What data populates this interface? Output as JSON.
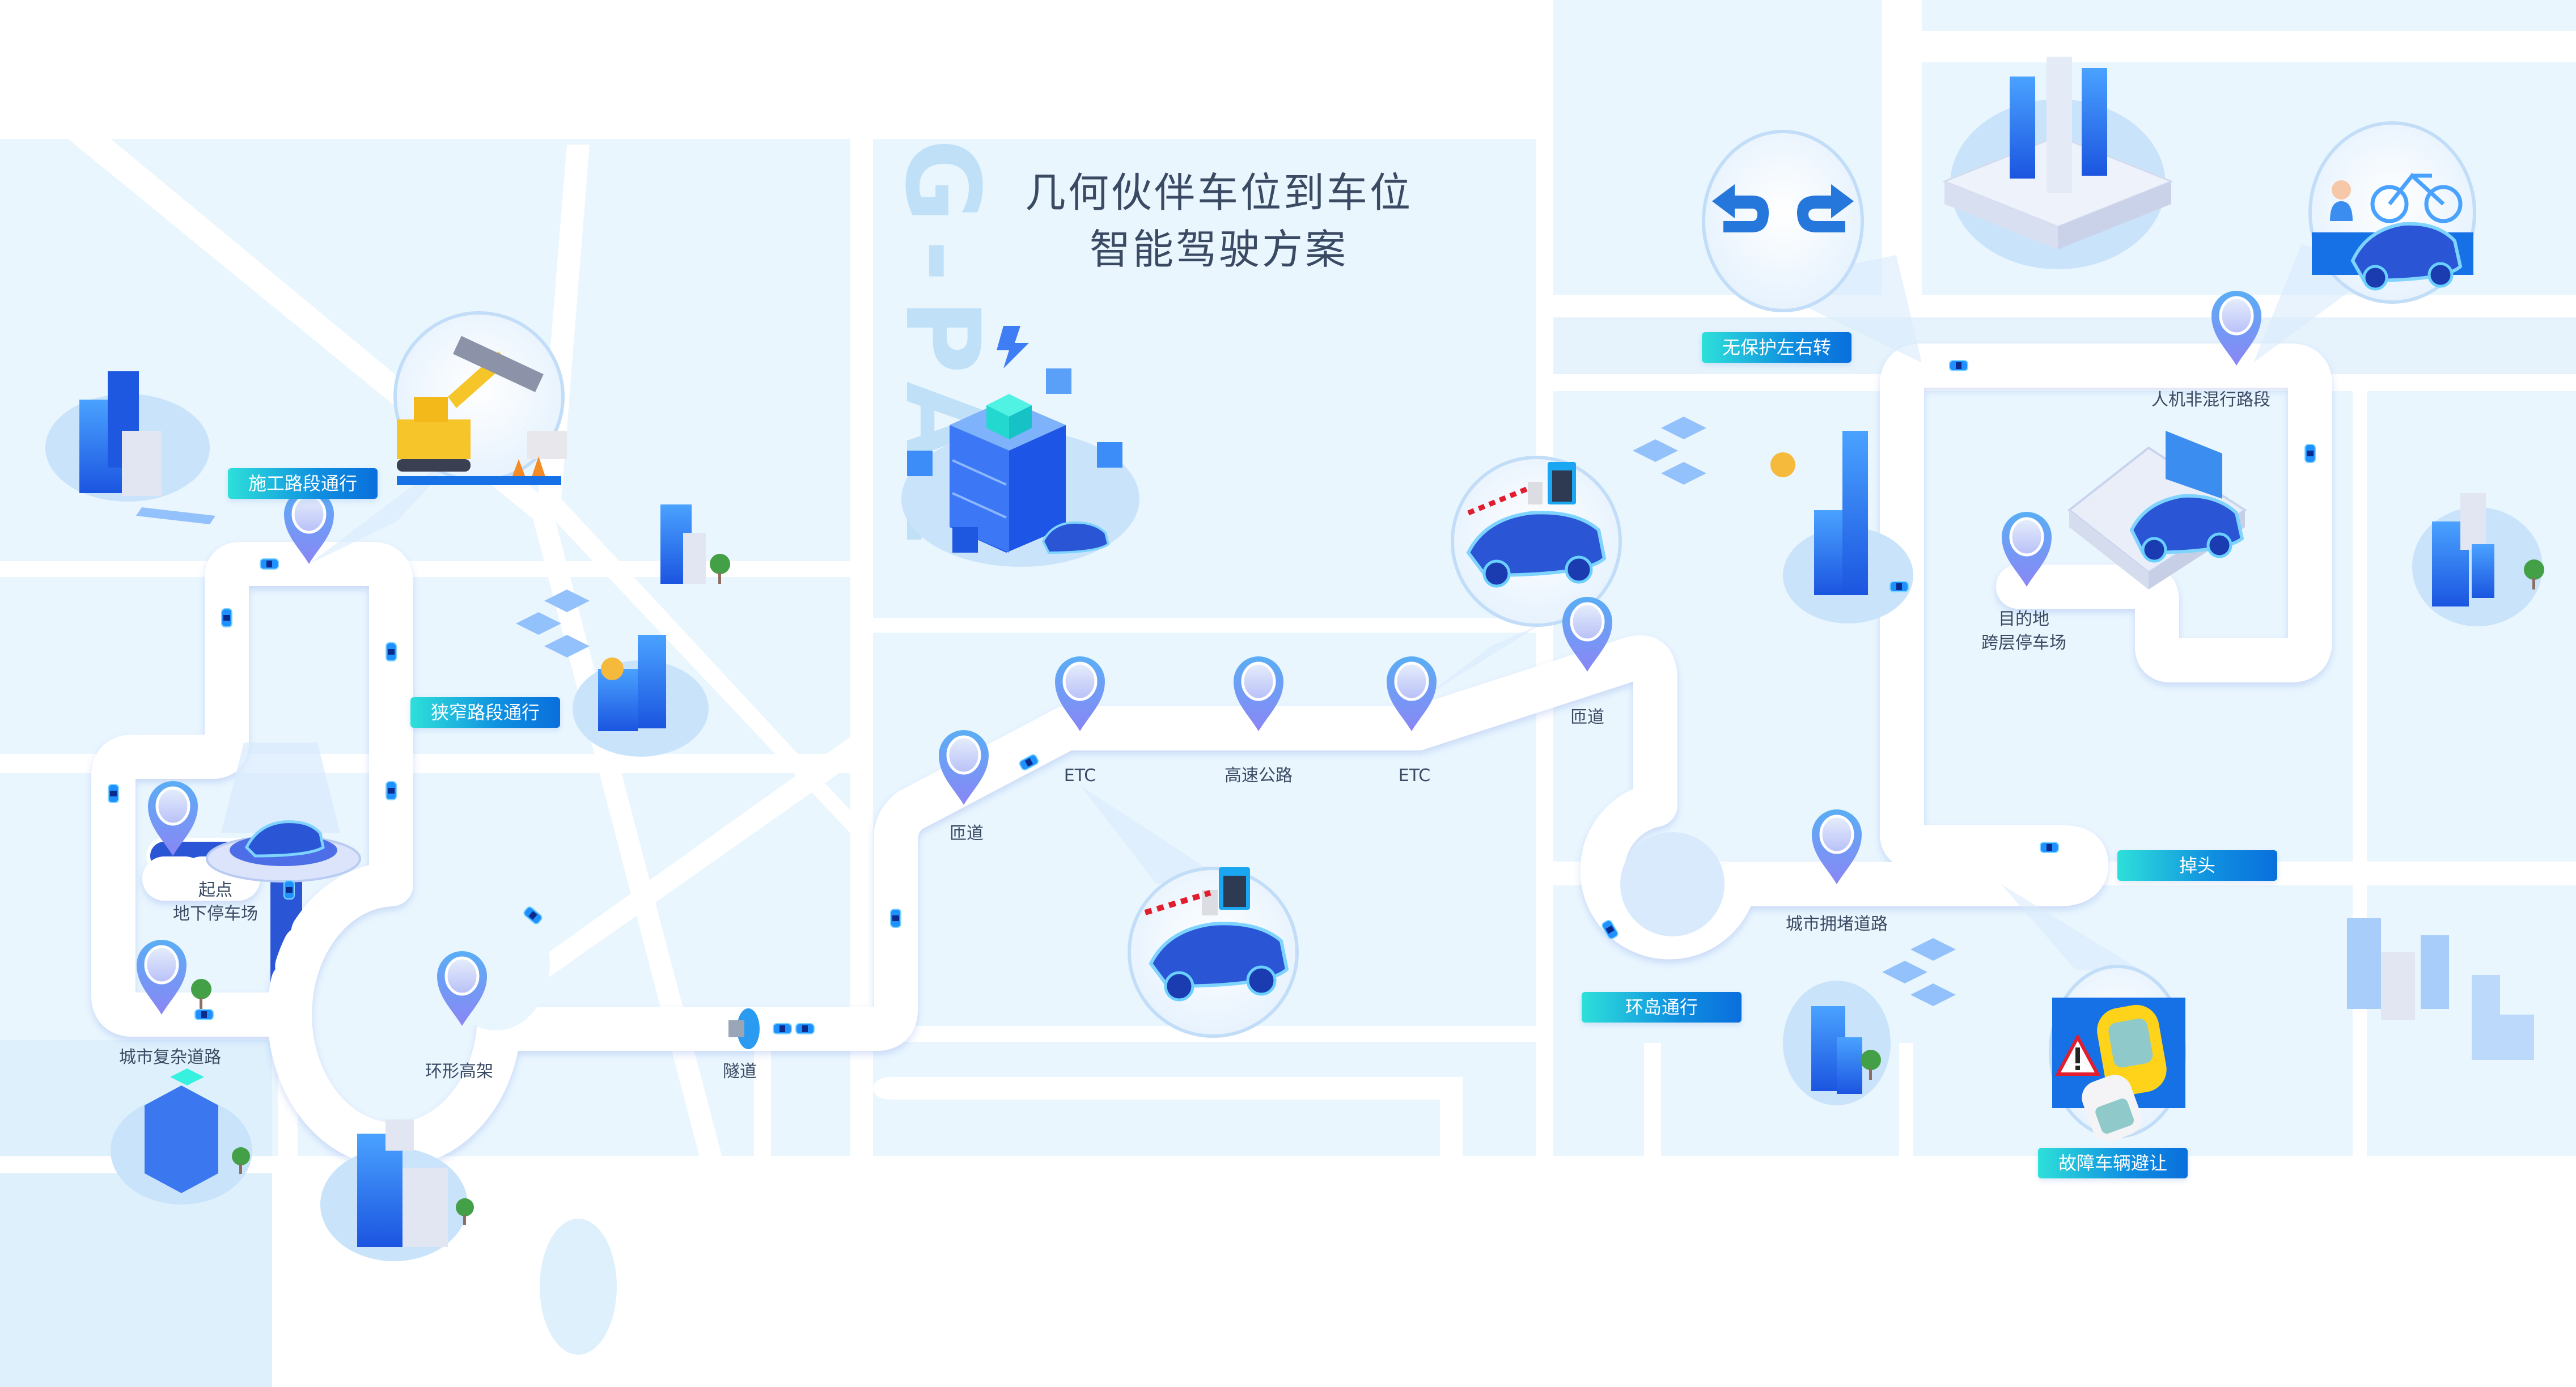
{
  "title": {
    "line1": "几何伙伴车位到车位",
    "line2": "智能驾驶方案"
  },
  "watermark": "G-PAL",
  "colors": {
    "background_block": "#eaf6fe",
    "street": "#ffffff",
    "road": "#2a56d6",
    "road_dash": "#a8c4f2",
    "pin_top": "#5aaef5",
    "pin_bottom": "#8a86f5",
    "tag_start": "#2de0da",
    "tag_end": "#0a6fdc",
    "congestion_yellow": "#f7d51d",
    "congestion_red": "#ee1f35",
    "label_text": "#3a4a63"
  },
  "tags": {
    "construction": "施工路段通行",
    "narrow": "狭窄路段通行",
    "unprotected_turn": "无保护左右转",
    "u_turn": "掉头",
    "roundabout": "环岛通行",
    "breakdown": "故障车辆避让"
  },
  "stops": {
    "start": "起点\n地下停车场",
    "city_complex": "城市复杂道路",
    "ring_viaduct": "环形高架",
    "tunnel": "隧道",
    "ramp1": "匝道",
    "etc1": "ETC",
    "highway": "高速公路",
    "etc2": "ETC",
    "ramp2": "匝道",
    "congested": "城市拥堵道路",
    "mixed_traffic": "人机非混行路段",
    "destination": "目的地\n跨层停车场"
  },
  "icons": [
    "location-pin-icon",
    "car-icon",
    "left-right-turn-icon",
    "warning-triangle-icon",
    "toll-barrier-icon",
    "server-stack-icon",
    "lightning-icon",
    "excavator-icon",
    "traffic-cone-icon",
    "bicycle-icon",
    "pedestrian-icon",
    "building-icon",
    "tree-icon"
  ]
}
